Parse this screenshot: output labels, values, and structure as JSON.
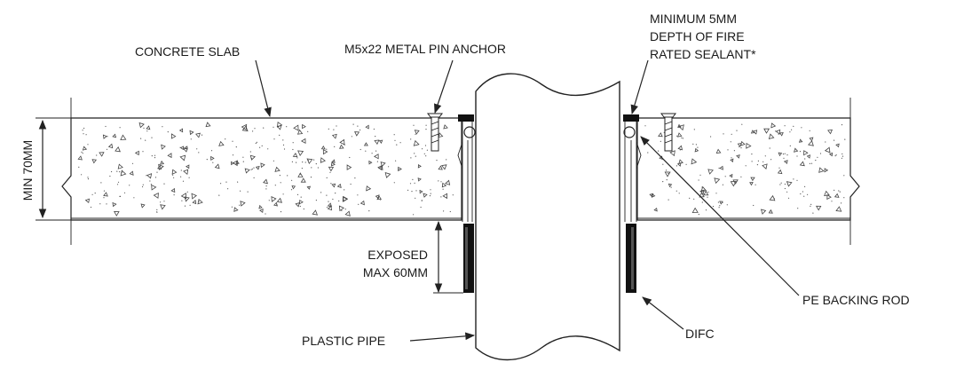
{
  "labels": {
    "concrete_slab": "CONCRETE SLAB",
    "anchor": "M5x22 METAL PIN ANCHOR",
    "sealant_line1": "MINIMUM 5MM",
    "sealant_line2": "DEPTH OF FIRE",
    "sealant_line3": "RATED SEALANT*",
    "min_thickness": "MIN 70MM",
    "exposed_line1": "EXPOSED",
    "exposed_line2": "MAX 60MM",
    "backing_rod": "PE BACKING ROD",
    "plastic_pipe": "PLASTIC PIPE",
    "difc": "DIFC"
  }
}
